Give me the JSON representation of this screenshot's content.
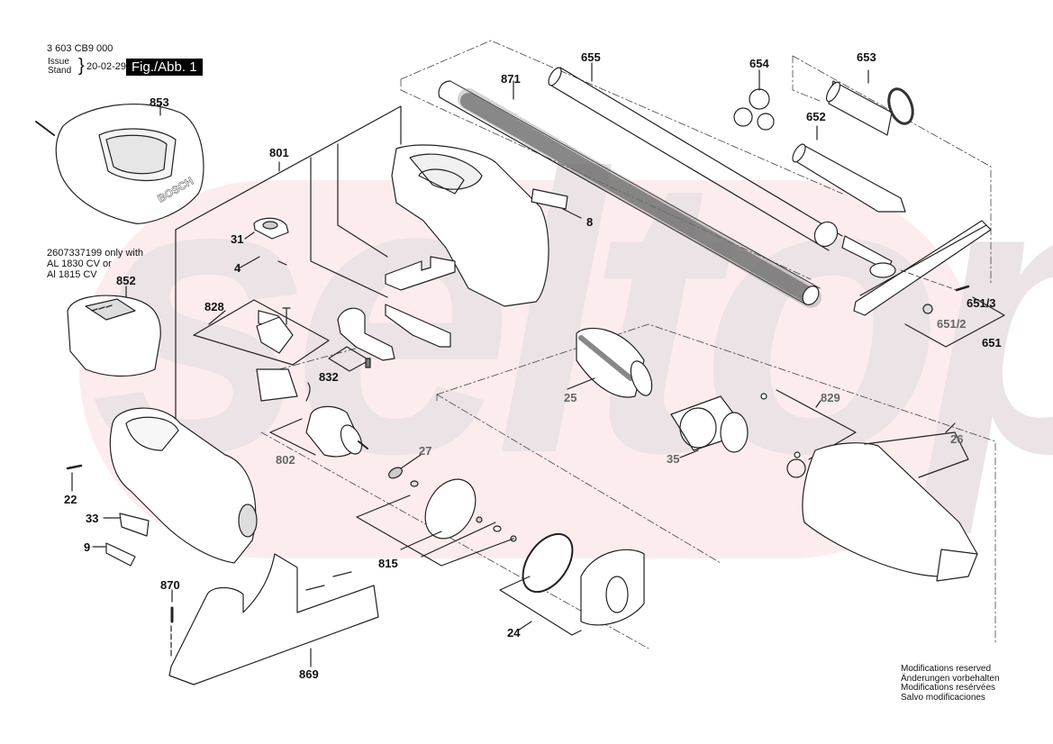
{
  "header": {
    "document_number": "3 603 CB9 000",
    "issue_label": "Issue",
    "stand_label": "Stand",
    "brace": "}",
    "date": "20-02-29",
    "figure_label": "Fig./Abb. 1"
  },
  "note": {
    "line1": "2607337199 only with",
    "line2": "AL 1830 CV or",
    "line3": "Al 1815 CV"
  },
  "watermark": {
    "text": "seltop",
    "background_color": "#fdecee",
    "text_color": "#ebe3e6"
  },
  "modifications": {
    "en": "Modifications reserved",
    "de": "Änderungen vorbehalten",
    "fr": "Modifications resérvées",
    "es": "Salvo modificaciones"
  },
  "charger_brand": "BOSCH",
  "part_labels": {
    "p853": "853",
    "p801": "801",
    "p31": "31",
    "p4": "4",
    "p852": "852",
    "p828": "828",
    "p832": "832",
    "p871": "871",
    "p655": "655",
    "p654": "654",
    "p653": "653",
    "p652": "652",
    "p8": "8",
    "p651_3": "651/3",
    "p651_2": "651/2",
    "p651": "651",
    "p25": "25",
    "p35": "35",
    "p829": "829",
    "p26": "26",
    "p802": "802",
    "p27": "27",
    "p22": "22",
    "p33": "33",
    "p9": "9",
    "p815": "815",
    "p870": "870",
    "p869": "869",
    "p24": "24"
  }
}
